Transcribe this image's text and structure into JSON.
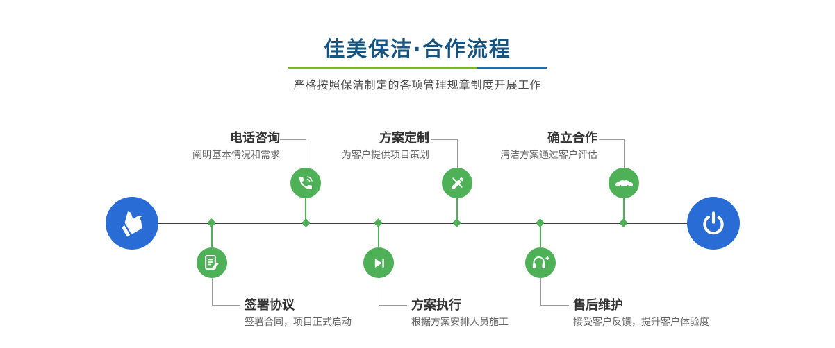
{
  "header": {
    "title": "佳美保洁·合作流程",
    "subtitle": "严格按照保洁制定的各项管理规章制度开展工作"
  },
  "steps": {
    "top": [
      {
        "title": "电话咨询",
        "desc": "阐明基本情况和需求",
        "icon": "phone-icon"
      },
      {
        "title": "方案定制",
        "desc": "为客户提供项目策划",
        "icon": "pencil-tools-icon"
      },
      {
        "title": "确立合作",
        "desc": "清洁方案通过客户评估",
        "icon": "handshake-icon"
      }
    ],
    "bottom": [
      {
        "title": "签署协议",
        "desc": "签署合同，项目正式启动",
        "icon": "contract-icon"
      },
      {
        "title": "方案执行",
        "desc": "根据方案安排人员施工",
        "icon": "play-next-icon"
      },
      {
        "title": "售后维护",
        "desc": "接受客户反馈，提升客户体验度",
        "icon": "headset-icon"
      }
    ]
  },
  "endpoints": {
    "start_icon": "hand-pointer-icon",
    "end_icon": "power-icon"
  },
  "colors": {
    "accent_green": "#4eb157",
    "accent_blue": "#2a6cd5",
    "title_blue": "#17547f",
    "underline_green": "#7cb23e",
    "underline_blue": "#2e6a95"
  }
}
